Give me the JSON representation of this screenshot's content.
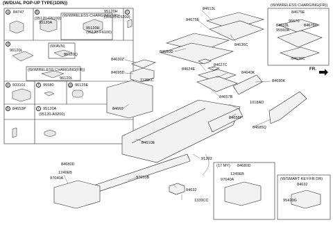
{
  "header": {
    "title": "(W/DUAL POP-UP TYPE(1DIN))"
  },
  "left_panel": {
    "a": {
      "letter": "a",
      "part": "84747"
    },
    "b": {
      "letter": "b",
      "sub": "(95120-C5100)",
      "part": "95120A"
    },
    "c": {
      "letter": "c",
      "part": "95120H",
      "sub": "(95120-C5200)"
    },
    "wireless_box": {
      "title": "(W/WIRELESS CHARGING(FR))",
      "part": "95120H",
      "sub": "(95120-F6100)"
    },
    "d": {
      "letter": "d",
      "part_main": "96120L",
      "avn": {
        "title": "(W/AVN)",
        "part": "96120Q"
      },
      "wireless": {
        "title": "(W/WIRELESS CHARGING(FR))",
        "part": "96120L"
      }
    },
    "e": {
      "letter": "e",
      "part": "93310J"
    },
    "f": {
      "letter": "f",
      "part": "95580"
    },
    "g": {
      "letter": "g",
      "part": "96125E"
    },
    "h": {
      "letter": "h",
      "part": "84653P"
    },
    "i": {
      "letter": "i",
      "part": "95120A",
      "sub": "(95120-A9200)"
    }
  },
  "top_right_box": {
    "title": "(W/WIRELESS CHARGING(FR))",
    "part_top": "84675E",
    "parts": [
      "95570",
      "84613L",
      "95560A",
      "84676D",
      "84636C"
    ]
  },
  "fr_label": "FR.",
  "main_labels": {
    "p84613L": "84613L",
    "p84675E": "84675E",
    "p84636C": "84636C",
    "p84650D": "84650D",
    "p84630Z": "84630Z",
    "p84695D": "84695D",
    "p1125KC": "1125KC",
    "p84624E": "84624E",
    "p84627C": "84627C",
    "p84640K": "84640K",
    "p84690K": "84690K",
    "p84657B": "84657B",
    "p84660": "84660",
    "p1018AD": "1018AD",
    "p84658P": "84658P",
    "p84685Q": "84685Q",
    "p84610E": "84610E",
    "p91393": "91393",
    "p84680D": "84680D",
    "p1249EB": "1249EB",
    "p97040A": "97040A",
    "p97010B": "97010B",
    "p84632": "84632",
    "p1339CC": "1339CC"
  },
  "bottom_17my": {
    "title": "(17 MY)",
    "part": "84680D",
    "p1249EB": "1249EB",
    "p97040A": "97040A"
  },
  "smart_key": {
    "title": "(W/SMART KEY-FR DR)",
    "part": "84632",
    "sub": "95420G"
  }
}
